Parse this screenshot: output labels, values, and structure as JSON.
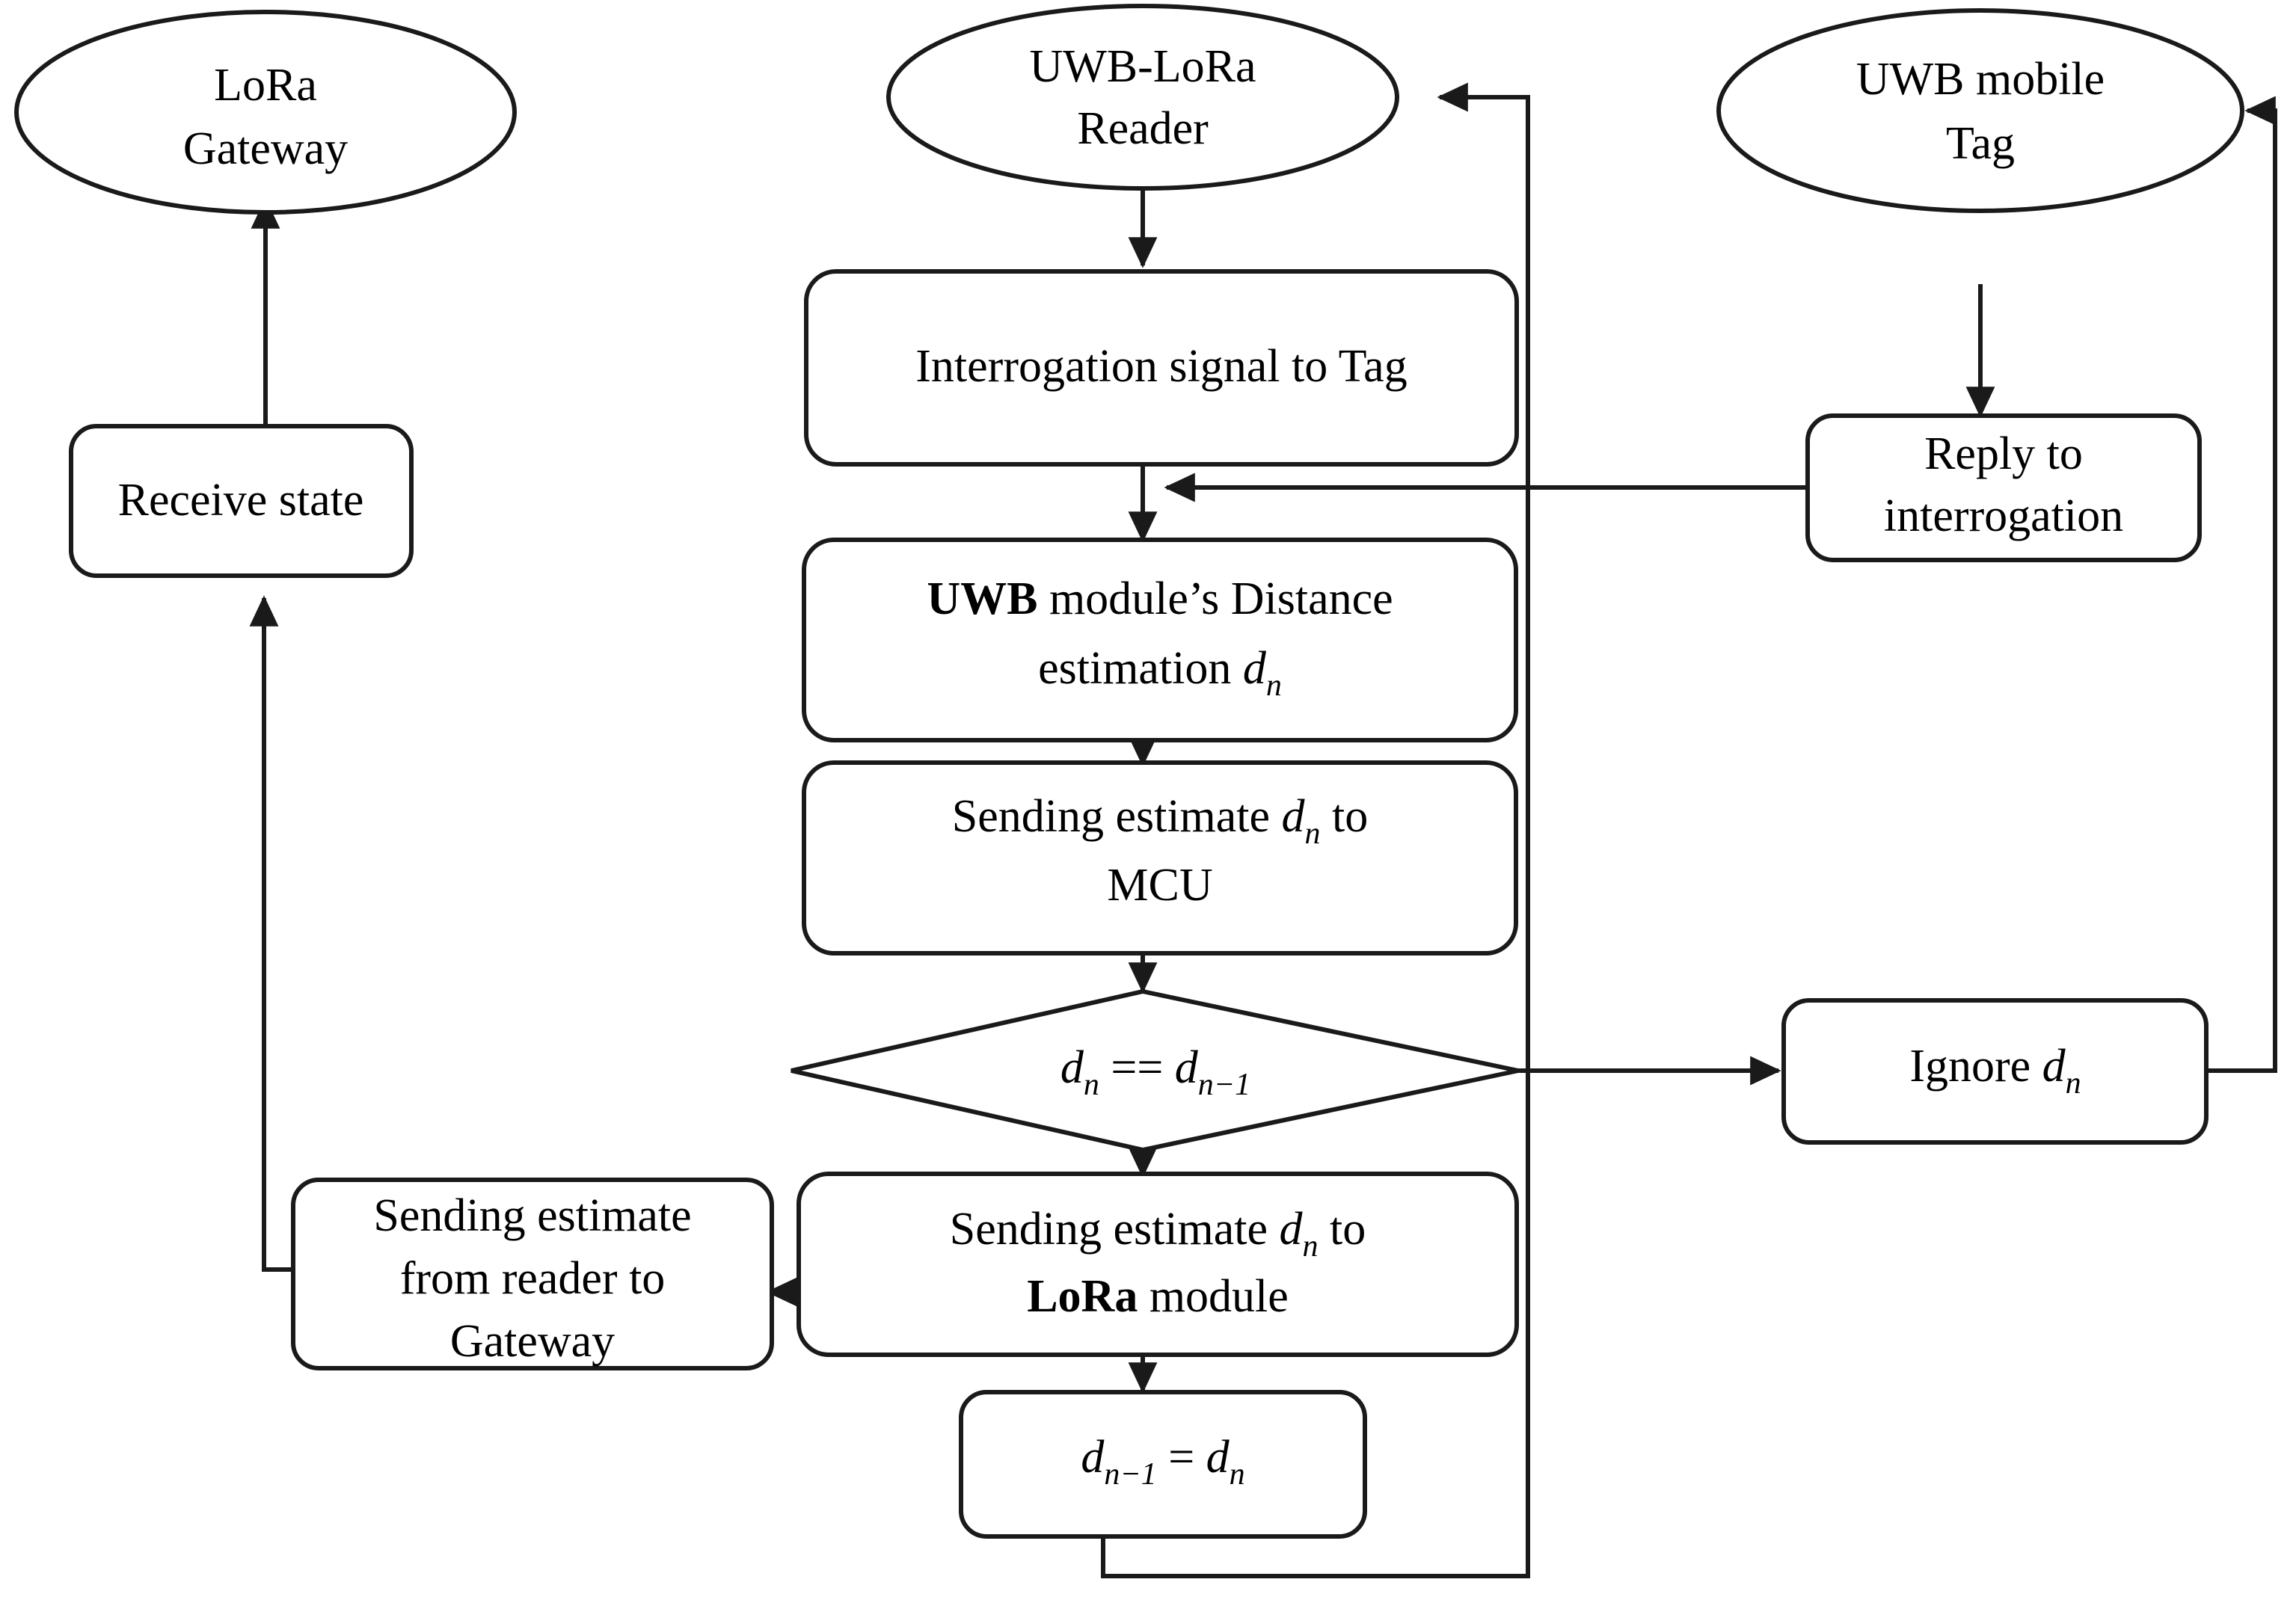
{
  "diagram": {
    "title": "UWB-LoRa reader ranging and reporting flowchart",
    "stroke_color": "#1a1a1a",
    "fill_color": "#ffffff",
    "nodes": {
      "lora_gateway": {
        "label_line1": "LoRa",
        "label_line2": "Gateway",
        "shape": "ellipse"
      },
      "uwb_lora_reader": {
        "label_line1": "UWB-LoRa",
        "label_line2": "Reader",
        "shape": "ellipse"
      },
      "uwb_mobile_tag": {
        "label_line1": "UWB mobile",
        "label_line2": "Tag",
        "shape": "ellipse"
      },
      "receive_state": {
        "label": "Receive state",
        "shape": "rounded-rect"
      },
      "interrogation_signal": {
        "label": "Interrogation signal to Tag",
        "shape": "rounded-rect"
      },
      "reply_to_interrogation": {
        "label_line1": "Reply to",
        "label_line2": "interrogation",
        "shape": "rounded-rect"
      },
      "uwb_distance_estimation": {
        "line1_bold": "UWB",
        "line1_rest": " module’s Distance",
        "line2_pre": "estimation ",
        "line2_var": "d",
        "line2_sub": "n",
        "shape": "rounded-rect"
      },
      "sending_to_mcu": {
        "line1_pre": "Sending estimate ",
        "line1_var": "d",
        "line1_sub": "n",
        "line1_post": " to",
        "line2": "MCU",
        "shape": "rounded-rect"
      },
      "decision_compare": {
        "left_var": "d",
        "left_sub": "n",
        "operator": " == ",
        "right_var": "d",
        "right_sub": "n−1",
        "shape": "diamond"
      },
      "ignore_dn": {
        "pre": "Ignore ",
        "var": "d",
        "sub": "n",
        "shape": "rounded-rect"
      },
      "sending_to_lora": {
        "line1_pre": "Sending estimate ",
        "line1_var": "d",
        "line1_sub": "n",
        "line1_post": " to",
        "line2_bold": "LoRa",
        "line2_rest": " module",
        "shape": "rounded-rect"
      },
      "sending_to_gateway": {
        "line1": "Sending estimate",
        "line2": "from reader to",
        "line3": "Gateway",
        "shape": "rounded-rect"
      },
      "assign_prev": {
        "left_var": "d",
        "left_sub": "n−1",
        "operator": " = ",
        "right_var": "d",
        "right_sub": "n",
        "shape": "rounded-rect"
      }
    },
    "edges": [
      {
        "name": "receive-state-to-lora-gateway",
        "from": "receive_state",
        "to": "lora_gateway",
        "arrow": true
      },
      {
        "name": "reader-to-interrogation-signal",
        "from": "uwb_lora_reader",
        "to": "interrogation_signal",
        "arrow": true
      },
      {
        "name": "interrogation-signal-to-distance-estimation",
        "from": "interrogation_signal",
        "to": "uwb_distance_estimation",
        "arrow": true
      },
      {
        "name": "tag-to-reply",
        "from": "uwb_mobile_tag",
        "to": "reply_to_interrogation",
        "arrow": true
      },
      {
        "name": "reply-to-reader-path",
        "from": "reply_to_interrogation",
        "to": "uwb_distance_estimation",
        "arrow": true
      },
      {
        "name": "distance-estimation-to-mcu",
        "from": "uwb_distance_estimation",
        "to": "sending_to_mcu",
        "arrow": true
      },
      {
        "name": "mcu-to-decision",
        "from": "sending_to_mcu",
        "to": "decision_compare",
        "arrow": true
      },
      {
        "name": "decision-true-to-ignore",
        "from": "decision_compare",
        "to": "ignore_dn",
        "arrow": true
      },
      {
        "name": "ignore-to-tag-loop",
        "from": "ignore_dn",
        "to": "uwb_mobile_tag",
        "arrow": true
      },
      {
        "name": "decision-false-to-lora-module",
        "from": "decision_compare",
        "to": "sending_to_lora",
        "arrow": true
      },
      {
        "name": "lora-module-to-gateway-send",
        "from": "sending_to_lora",
        "to": "sending_to_gateway",
        "arrow": true
      },
      {
        "name": "gateway-send-to-receive-state",
        "from": "sending_to_gateway",
        "to": "receive_state",
        "arrow": true
      },
      {
        "name": "lora-module-to-assign-prev",
        "from": "sending_to_lora",
        "to": "assign_prev",
        "arrow": true
      },
      {
        "name": "assign-prev-to-reader-loop",
        "from": "assign_prev",
        "to": "uwb_lora_reader",
        "arrow": true
      }
    ]
  }
}
